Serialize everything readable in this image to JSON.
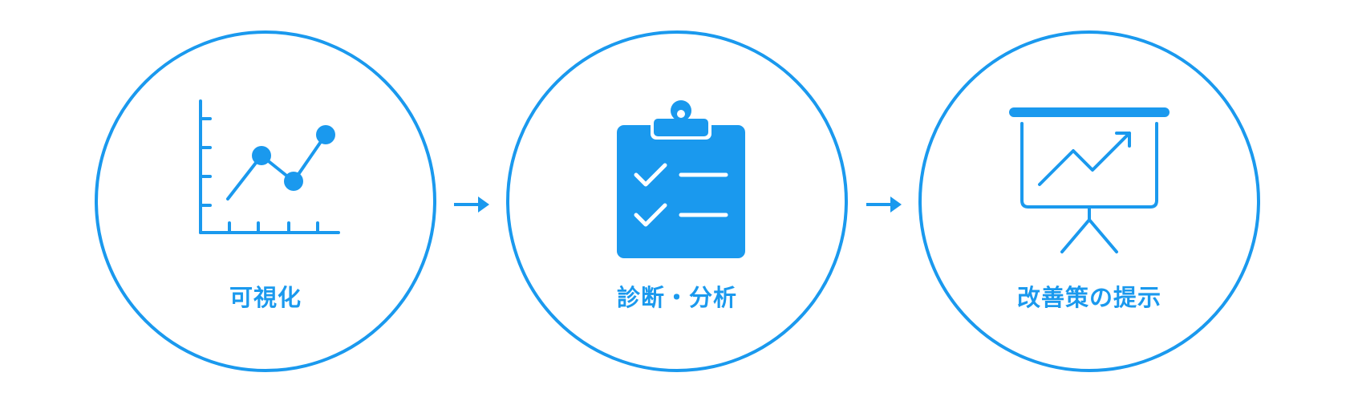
{
  "colors": {
    "accent": "#1a99ee",
    "background": "#ffffff"
  },
  "steps": [
    {
      "label": "可視化",
      "icon": "line-chart-icon"
    },
    {
      "label": "診断・分析",
      "icon": "clipboard-checklist-icon"
    },
    {
      "label": "改善策の提示",
      "icon": "presentation-board-growth-icon"
    }
  ],
  "connectors": [
    "arrow-right-icon",
    "arrow-right-icon"
  ]
}
